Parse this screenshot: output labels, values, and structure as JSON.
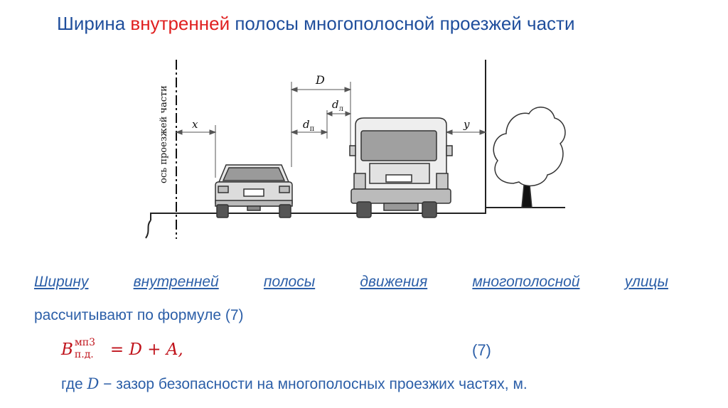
{
  "title": {
    "part1": "Ширина ",
    "highlight": "внутренней",
    "part2": " полосы многополосной проезжей части"
  },
  "figure": {
    "axis_label": "ось проезжей части",
    "dim_x": "x",
    "dim_D": "D",
    "dim_dp_main": "d",
    "dim_dp_sub": "п",
    "dim_dl_main": "d",
    "dim_dl_sub": "л",
    "dim_y": "y"
  },
  "text": {
    "line1_words": [
      "Ширину",
      "внутренней",
      "полосы",
      "движения",
      "многополосной",
      "улицы"
    ],
    "line2": "рассчитывают по формуле (7)",
    "formula_main": "B",
    "formula_sup": "мп3",
    "formula_sub": "п.д.",
    "formula_rhs": "= D + A,",
    "eq_number": "(7)",
    "line4_prefix": "где ",
    "line4_var": "D",
    "line4_rest": " − зазор безопасности на многополосных проезжих частях, м."
  },
  "colors": {
    "title_blue": "#1f4e9c",
    "title_red": "#e02020",
    "text_blue": "#2c5fa8",
    "formula_red": "#c0141c"
  }
}
